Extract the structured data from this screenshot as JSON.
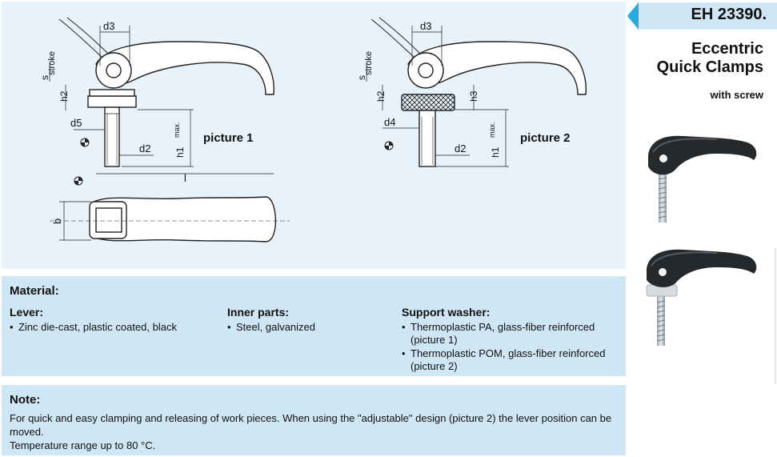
{
  "header": {
    "code": "EH 23390.",
    "title_line1": "Eccentric",
    "title_line2": "Quick Clamps",
    "subtitle": "with screw"
  },
  "drawing": {
    "picture1_label": "picture 1",
    "picture2_label": "picture 2",
    "dim_d3": "d3",
    "dim_s": "s",
    "dim_stroke": "stroke",
    "dim_h2": "h2",
    "dim_h1": "h1",
    "dim_max": "max.",
    "dim_d5": "d5",
    "dim_d4": "d4",
    "dim_d2": "d2",
    "dim_h3": "h3",
    "dim_l": "l",
    "dim_b": "b"
  },
  "material": {
    "title": "Material:",
    "lever_title": "Lever:",
    "lever_items": [
      "Zinc die-cast, plastic coated, black"
    ],
    "inner_title": "Inner parts:",
    "inner_items": [
      "Steel, galvanized"
    ],
    "washer_title": "Support washer:",
    "washer_items": [
      "Thermoplastic PA, glass-fiber reinforced (picture 1)",
      "Thermoplastic POM, glass-fiber reinforced (picture 2)"
    ]
  },
  "note": {
    "title": "Note:",
    "line1": "For quick and easy clamping and releasing of work pieces. When using the \"adjustable\" design (picture 2) the lever position can be moved.",
    "line2": "Temperature range up to 80 °C."
  },
  "colors": {
    "panel_light": "#e7f2fa",
    "panel": "#cfe6f5",
    "accent": "#29a9df"
  }
}
